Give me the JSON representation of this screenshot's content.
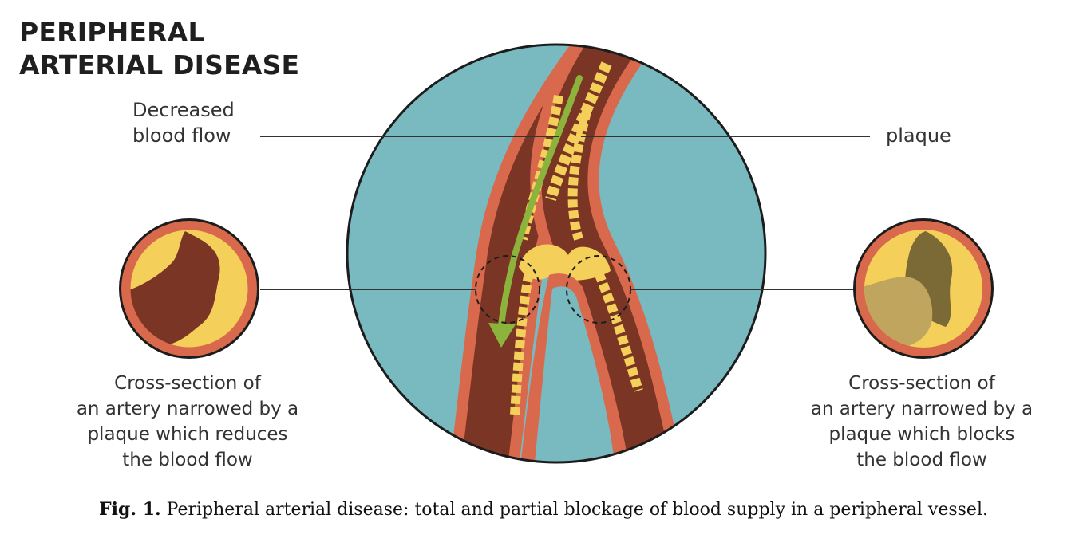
{
  "title": {
    "line1": "PERIPHERAL",
    "line2": "ARTERIAL DISEASE"
  },
  "labels": {
    "flow_line1": "Decreased",
    "flow_line2": "blood flow",
    "plaque": "plaque"
  },
  "cross_sections": {
    "left": {
      "line1": "Cross-section of",
      "line2": "an artery narrowed by a",
      "line3": "plaque which reduces",
      "line4": "the blood flow"
    },
    "right": {
      "line1": "Cross-section of",
      "line2": "an artery narrowed by a",
      "line3": "plaque which blocks",
      "line4": "the blood flow"
    }
  },
  "caption": {
    "number": "Fig. 1.",
    "text": "Peripheral arterial disease: total and partial blockage of blood supply in a peripheral vessel."
  },
  "colors": {
    "background_fluid": "#79b9c0",
    "vessel_wall": "#d8694c",
    "blood": "#7a3524",
    "plaque": "#f4cf5a",
    "plaque_dark": "#7b6a35",
    "plaque_tan": "#bfa55e",
    "flow_arrow": "#8cb33c",
    "outline": "#1c1c1c"
  },
  "icons": [
    "zoom-circle",
    "artery-illustration",
    "flow-arrow",
    "cross-section-reduced",
    "cross-section-blocked"
  ]
}
